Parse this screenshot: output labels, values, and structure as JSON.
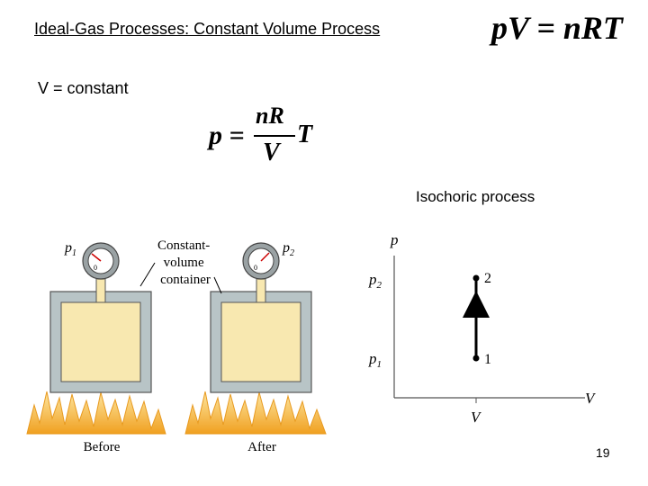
{
  "slide": {
    "title": "Ideal-Gas Processes: Constant Volume Process",
    "equation": "pV = nRT",
    "condition": "V = constant",
    "formula": {
      "lhs": "p =",
      "numerator": "nR",
      "denominator": "V",
      "variable": "T"
    },
    "graph_caption": "Isochoric process",
    "page_number": "19"
  },
  "illustration": {
    "gauge_left_label": "p",
    "gauge_left_subscript": "1",
    "gauge_right_label": "p",
    "gauge_right_subscript": "2",
    "gauge_zero": "0",
    "container_note": [
      "Constant-",
      "volume",
      "container"
    ],
    "before_label": "Before",
    "after_label": "After"
  },
  "pv_diagram": {
    "y_axis_label": "p",
    "x_axis_label": "V",
    "p2_label": "p",
    "p2_subscript": "2",
    "p1_label": "p",
    "p1_subscript": "1",
    "v_tick_label": "V",
    "point_1_label": "1",
    "point_2_label": "2"
  },
  "colors": {
    "gas_fill": "#f8e8b0",
    "container_wall": "#b8c4c6",
    "flame_outer": "#f2b43a",
    "flame_inner": "#fde6a0",
    "arrow": "#000000"
  }
}
